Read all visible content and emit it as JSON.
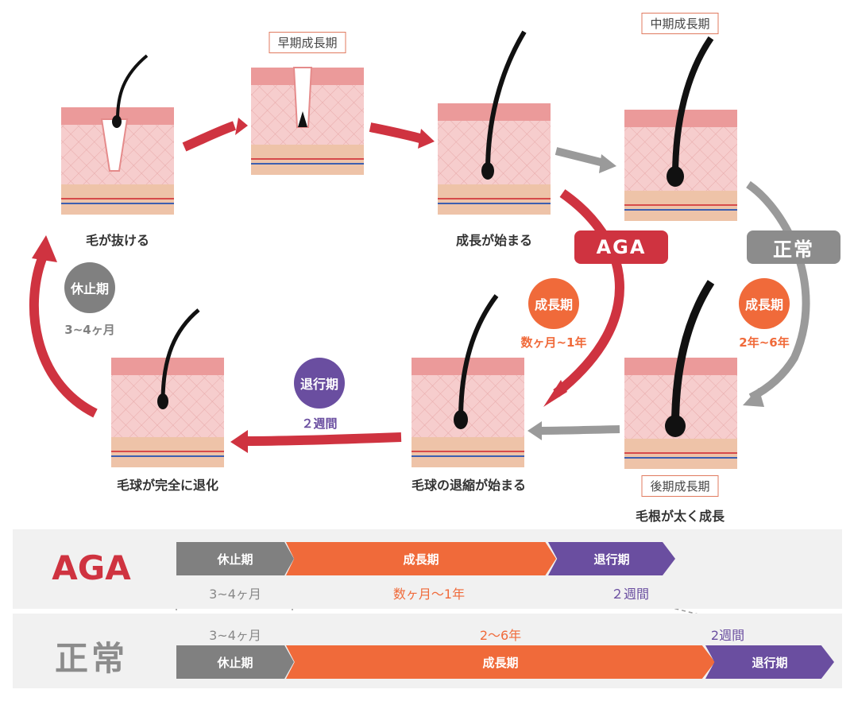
{
  "colors": {
    "red": "#cf3340",
    "gray": "#9a9a9a",
    "orange": "#f06a3a",
    "purple": "#6a4ea0",
    "dark_gray": "#808080",
    "skin": "#f2a3a3"
  },
  "stages": {
    "hair_falls": "毛が抜ける",
    "early_growth": "早期成長期",
    "growth_starts": "成長が始まる",
    "mid_growth": "中期成長期",
    "late_growth": "後期成長期",
    "root_thickens": "毛根が太く成長",
    "bulb_shrinks": "毛球の退縮が始まる",
    "bulb_regressed": "毛球が完全に退化"
  },
  "pills": {
    "aga": "AGA",
    "normal": "正常"
  },
  "badges": {
    "growth_aga": {
      "label": "成長期",
      "duration": "数ヶ月~1年"
    },
    "growth_normal": {
      "label": "成長期",
      "duration": "2年~6年"
    },
    "regression": {
      "label": "退行期",
      "duration": "２週間"
    },
    "resting": {
      "label": "休止期",
      "duration": "3~4ヶ月"
    }
  },
  "timeline": {
    "aga_label": "AGA",
    "normal_label": "正常",
    "aga_segments": [
      {
        "label": "休止期",
        "duration": "3~4ヶ月"
      },
      {
        "label": "成長期",
        "duration": "数ヶ月〜1年"
      },
      {
        "label": "退行期",
        "duration": "２週間"
      }
    ],
    "normal_segments": [
      {
        "label": "休止期",
        "duration": "3~4ヶ月"
      },
      {
        "label": "成長期",
        "duration": "2〜6年"
      },
      {
        "label": "退行期",
        "duration": "2週間"
      }
    ]
  }
}
